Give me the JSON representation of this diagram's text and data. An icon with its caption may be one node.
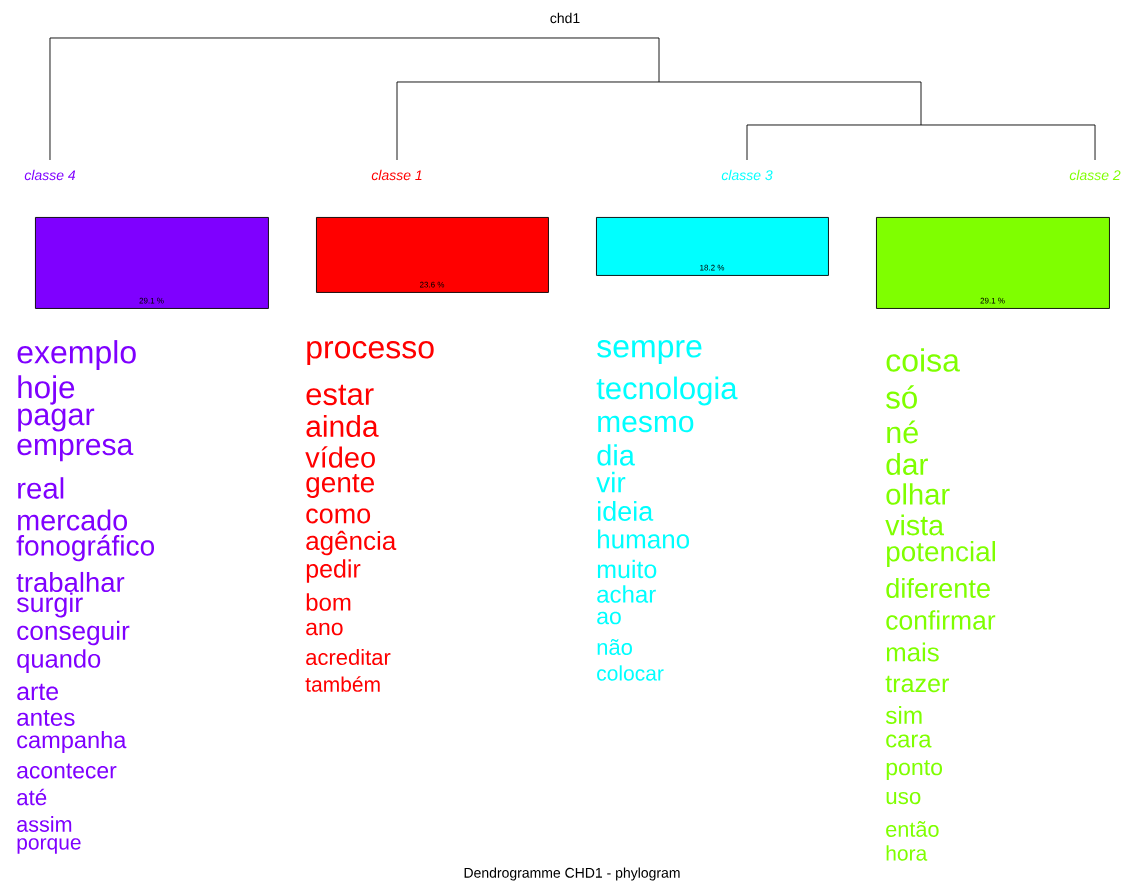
{
  "diagram": {
    "title": "chd1",
    "caption": "Dendrogramme CHD1 - phylogram",
    "nodes": [
      {
        "text": [
          "classe  4",
          "29.1 %"
        ],
        "beside": [
          "exemplo",
          "hoje",
          "pagar",
          "empresa",
          "real",
          "mercado",
          "fonográfico",
          "trabalhar",
          "surgir",
          "conseguir",
          "quando",
          "arte",
          "antes",
          "campanha",
          "acontecer",
          "até",
          "assim",
          "porque"
        ]
      },
      {
        "text": [
          "classe  1",
          "23.6 %"
        ],
        "beside": [
          "processo",
          "estar",
          "ainda",
          "vídeo",
          "gente",
          "como",
          "agência",
          "pedir",
          "bom",
          "ano",
          "acreditar",
          "também"
        ]
      },
      {
        "text": [
          "classe  3",
          "18.2 %"
        ],
        "beside": [
          "sempre",
          "tecnologia",
          "mesmo",
          "dia",
          "vir",
          "ideia",
          "humano",
          "muito",
          "achar",
          "ao",
          "não",
          "colocar"
        ]
      },
      {
        "text": [
          "classe  2",
          "29.1 %"
        ],
        "beside": [
          "coisa",
          "só",
          "né",
          "dar",
          "olhar",
          "vista",
          "potencial",
          "diferente",
          "confirmar",
          "mais",
          "trazer",
          "sim",
          "cara",
          "ponto",
          "uso",
          "então",
          "hora"
        ]
      }
    ]
  }
}
